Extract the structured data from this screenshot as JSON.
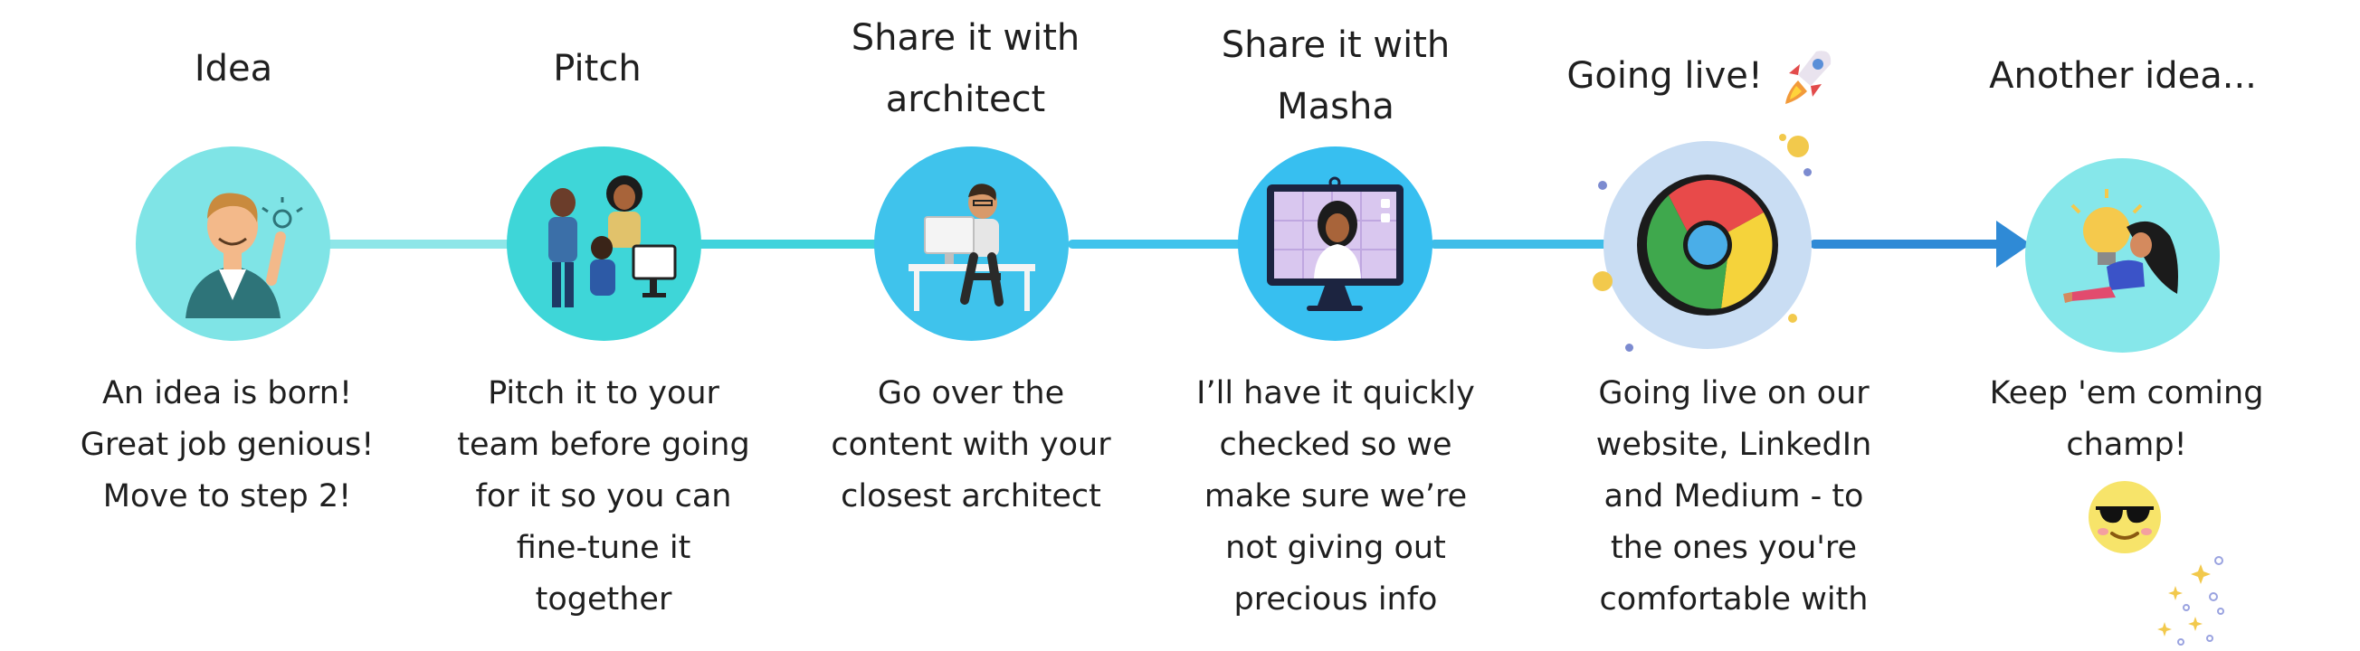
{
  "steps": [
    {
      "title": "Idea",
      "description": [
        "An idea is born!",
        "Great job genious!",
        "Move to step 2!"
      ],
      "icon": "idea-person-icon",
      "circle_color": "#7fe4e6"
    },
    {
      "title": "Pitch",
      "description": [
        "Pitch it to your",
        "team before going",
        "for it so you can",
        "fine-tune it",
        "together"
      ],
      "icon": "team-pitch-icon",
      "circle_color": "#3ed6d8"
    },
    {
      "title": [
        "Share it with",
        "architect"
      ],
      "description": [
        "Go over the",
        "content with your",
        "closest architect"
      ],
      "icon": "architect-desk-icon",
      "circle_color": "#3fc3ec"
    },
    {
      "title": [
        "Share it with",
        "Masha"
      ],
      "description": [
        "I’ll have it quickly",
        "checked so we",
        "make sure we’re",
        "not giving out",
        "precious info"
      ],
      "icon": "video-call-icon",
      "circle_color": "#37bff0"
    },
    {
      "title": "Going live!",
      "description": [
        "Going live on our",
        "website, LinkedIn",
        "and Medium - to",
        "the ones you're",
        "comfortable with"
      ],
      "icon": "chrome-browser-icon",
      "title_icon": "rocket-icon",
      "circle_color": "#c9ddf3"
    },
    {
      "title": "Another idea...",
      "description": [
        "Keep 'em coming",
        "champ!"
      ],
      "icon": "lightbulb-person-icon",
      "extra_icon": "sunglasses-emoji-icon",
      "circle_color": "#86e7ea"
    }
  ],
  "colors": {
    "line_light": "#8ee6e8",
    "line_teal": "#3fd3dc",
    "line_blue": "#3fbde8",
    "arrow_blue": "#2f8ad6"
  }
}
